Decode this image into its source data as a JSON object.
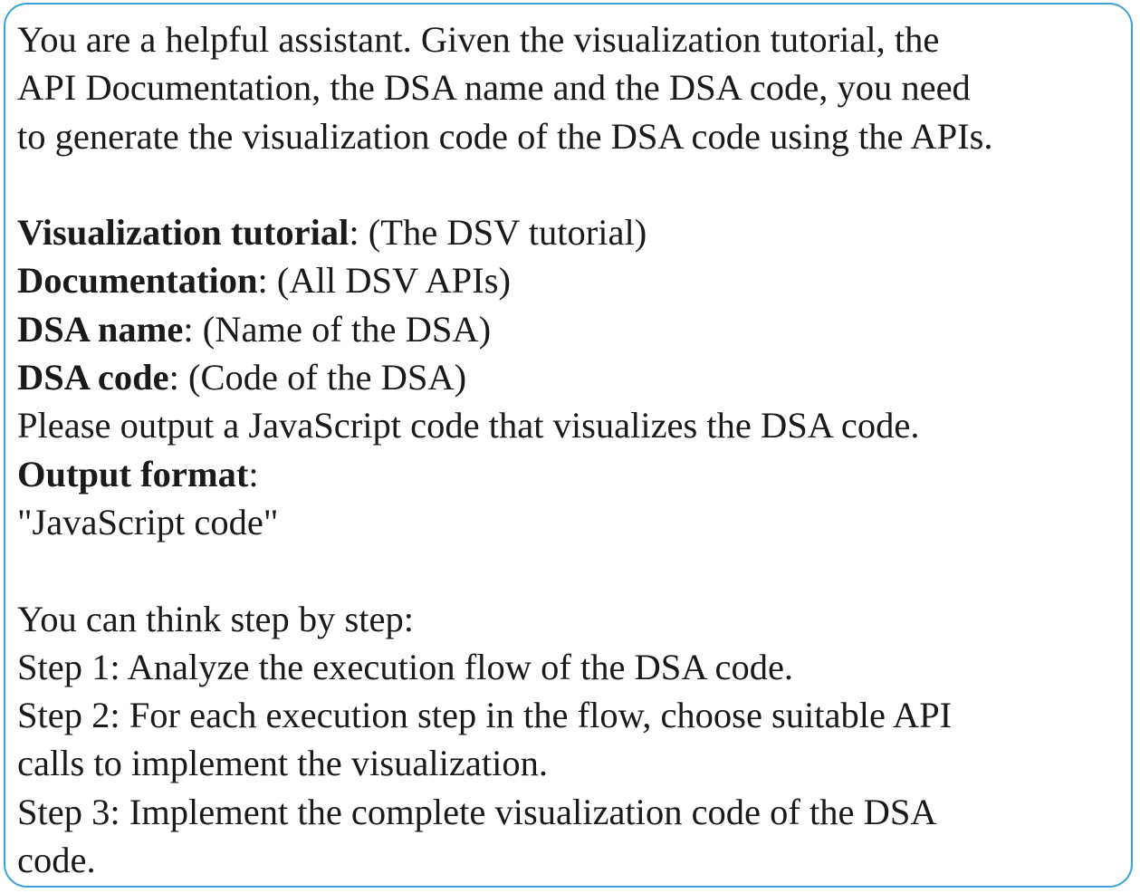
{
  "intro": {
    "line1": "You are a helpful assistant. Given the visualization tutorial, the",
    "line2": "API Documentation, the DSA name and the DSA code, you need",
    "line3": "to generate the visualization code of the DSA code using the APIs."
  },
  "fields": [
    {
      "label": "Visualization tutorial",
      "sep": ":",
      "value": " (The DSV tutorial)"
    },
    {
      "label": "Documentation",
      "sep": ":",
      "value": " (All DSV APIs)"
    },
    {
      "label": "DSA name",
      "sep": ":",
      "value": " (Name of the DSA)"
    },
    {
      "label": "DSA code",
      "sep": ":",
      "value": " (Code of the DSA)"
    }
  ],
  "instruction": "Please output a JavaScript code that visualizes the DSA code.",
  "output_format": {
    "label": "Output format",
    "sep": ":",
    "value": "\"JavaScript code\""
  },
  "steps": {
    "intro": "You can think step by step:",
    "step1": "Step 1: Analyze the execution flow of the DSA code.",
    "step2_line1": "Step 2: For each execution step in the flow, choose suitable API",
    "step2_line2": "calls to implement the visualization.",
    "step3_line1": "Step 3: Implement the complete visualization code of the DSA",
    "step3_line2": "code."
  },
  "colors": {
    "border": "#3aa0d8",
    "text": "#1a1a1a"
  }
}
